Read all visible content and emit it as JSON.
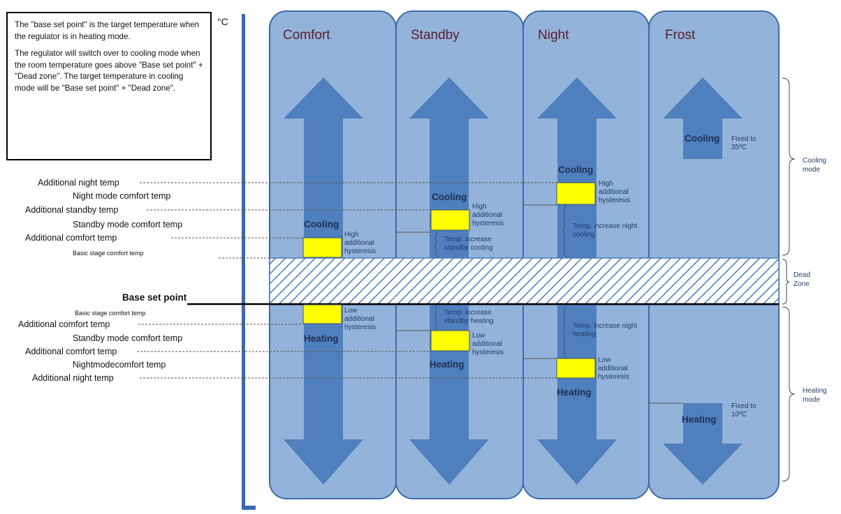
{
  "note": {
    "paragraph1": "The \"base set point\" is the target temperature when the regulator is in heating mode.",
    "paragraph2": "The regulator will switch over to cooling mode when the room temperature goes above \"Base set point\" + \"Dead zone\". The target temperature in cooling mode will be \"Base set point\" + \"Dead zone\"."
  },
  "unit_label": "°C",
  "columns": [
    "Comfort",
    "Standby",
    "Night",
    "Frost"
  ],
  "left_labels": {
    "cool_add_night": "Additional night temp",
    "cool_night_comfort": "Night mode comfort temp",
    "cool_add_standby": "Additional standby temp",
    "cool_standby_comfort": "Standby mode comfort temp",
    "cool_add_comfort": "Additional comfort temp",
    "cool_basic_stage": "Basic stage comfort temp",
    "base_set_point": "Base set point",
    "heat_basic_stage": "Basic stage comfort temp",
    "heat_add_comfort": "Additional comfort temp",
    "heat_standby_comfort": "Standby mode comfort temp",
    "heat_add_comfort2": "Additional comfort temp",
    "heat_night_comfort": "Nightmodecomfort temp",
    "heat_add_night": "Additional night temp"
  },
  "arrow_labels": {
    "cooling": "Cooling",
    "heating": "Heating"
  },
  "hysteresis": {
    "high": "High\nadditional\nhysteresis",
    "low": "Low\nadditional\nhysteresis"
  },
  "annotations": {
    "standby_cooling": "Temp. increase\nstandby cooling",
    "night_cooling": "Temp. increase night\ncooling",
    "standby_heating": "Temp. increase\nstandby heating",
    "night_heating": "Temp. increase night\nheating",
    "frost_cooling": "Fixed to\n35ºC",
    "frost_heating": "Fixed to\n10ºC"
  },
  "side_labels": {
    "cooling_mode": "Cooling\nmode",
    "dead_zone": "Dead\nZone",
    "heating_mode": "Heating\nmode"
  },
  "colors": {
    "column_fill": "#93b3da",
    "column_border": "#3e6aa6",
    "arrow": "#4f7fbd",
    "hysteresis_box": "#ffff00",
    "axis": "#3a69b5"
  }
}
